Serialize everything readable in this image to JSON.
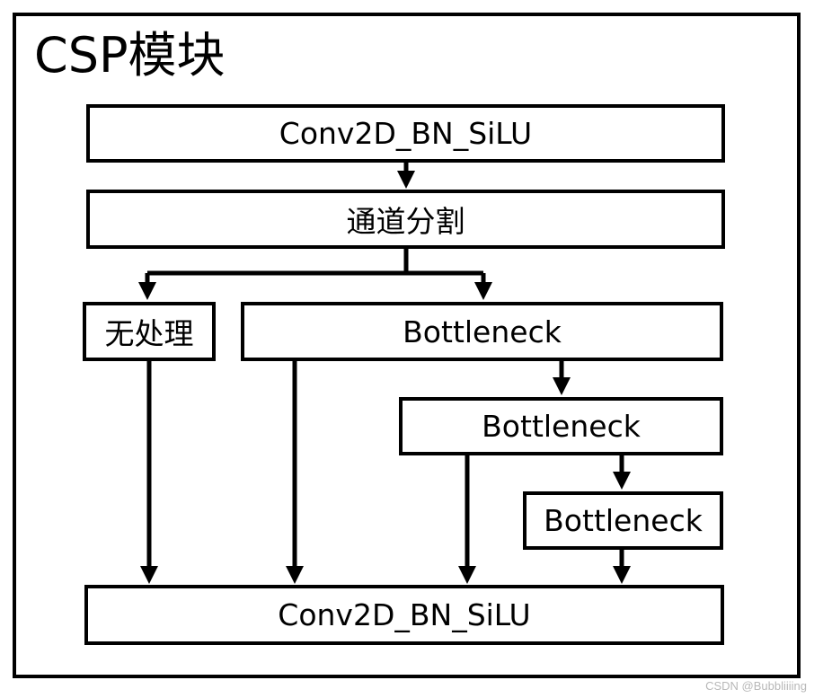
{
  "diagram": {
    "title": "CSP模块",
    "nodes": {
      "conv_top": "Conv2D_BN_SiLU",
      "split": "通道分割",
      "no_process": "无处理",
      "bottleneck_1": "Bottleneck",
      "bottleneck_2": "Bottleneck",
      "bottleneck_3": "Bottleneck",
      "conv_bottom": "Conv2D_BN_SiLU"
    },
    "edges": [
      [
        "conv_top",
        "split"
      ],
      [
        "split",
        "no_process"
      ],
      [
        "split",
        "bottleneck_1"
      ],
      [
        "bottleneck_1",
        "bottleneck_2"
      ],
      [
        "bottleneck_2",
        "bottleneck_3"
      ],
      [
        "no_process",
        "conv_bottom"
      ],
      [
        "bottleneck_1",
        "conv_bottom"
      ],
      [
        "bottleneck_2",
        "conv_bottom"
      ],
      [
        "bottleneck_3",
        "conv_bottom"
      ]
    ]
  },
  "watermark": "CSDN @Bubbliiiing"
}
